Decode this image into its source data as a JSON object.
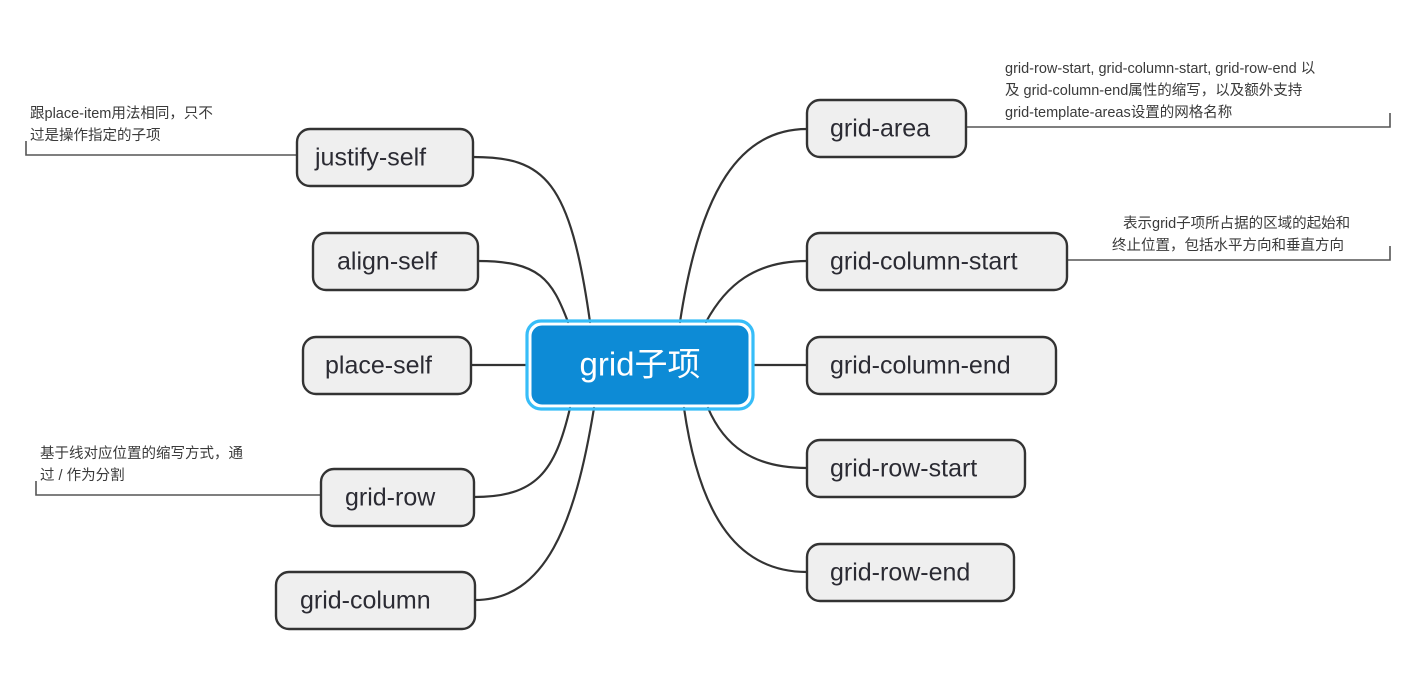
{
  "diagram": {
    "type": "mind-map",
    "title": "grid子项",
    "root": {
      "label": "grid子项",
      "fill_color": "#0d8bd6",
      "border_color": "#37bdf8",
      "text_color": "#ffffff"
    },
    "node_style": {
      "fill_color": "#efefef",
      "border_color": "#333333",
      "text_color": "#2b2b33"
    },
    "left_branches": [
      {
        "label": "justify-self"
      },
      {
        "label": "align-self"
      },
      {
        "label": "place-self"
      },
      {
        "label": "grid-row"
      },
      {
        "label": "grid-column"
      }
    ],
    "right_branches": [
      {
        "label": "grid-area"
      },
      {
        "label": "grid-column-start"
      },
      {
        "label": "grid-column-end"
      },
      {
        "label": "grid-row-start"
      },
      {
        "label": "grid-row-end"
      }
    ],
    "annotations": [
      {
        "target": "justify-self",
        "side": "left",
        "lines": [
          "跟place-item用法相同，只不",
          "过是操作指定的子项"
        ]
      },
      {
        "target": "grid-row",
        "side": "left",
        "lines": [
          "基于线对应位置的缩写方式，通",
          "过 / 作为分割"
        ]
      },
      {
        "target": "grid-area",
        "side": "right",
        "lines": [
          "grid-row-start, grid-column-start, grid-row-end 以",
          "及 grid-column-end属性的缩写，以及额外支持",
          "grid-template-areas设置的网格名称"
        ]
      },
      {
        "target": "grid-column-start",
        "side": "right",
        "lines": [
          "表示grid子项所占据的区域的起始和",
          "终止位置，包括水平方向和垂直方向"
        ]
      }
    ]
  }
}
